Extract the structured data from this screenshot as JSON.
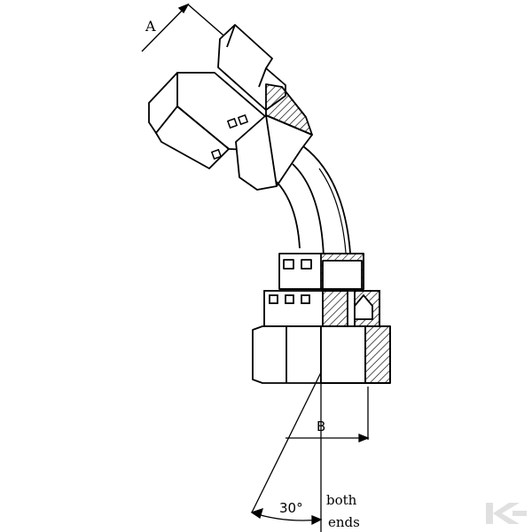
{
  "drawing": {
    "label_a": "A",
    "label_b": "B",
    "label_angle": "30°",
    "label_both": "both",
    "label_ends": "ends"
  },
  "colors": {
    "line": "#000000",
    "background": "#ffffff",
    "watermark": "#e0e0e0"
  }
}
